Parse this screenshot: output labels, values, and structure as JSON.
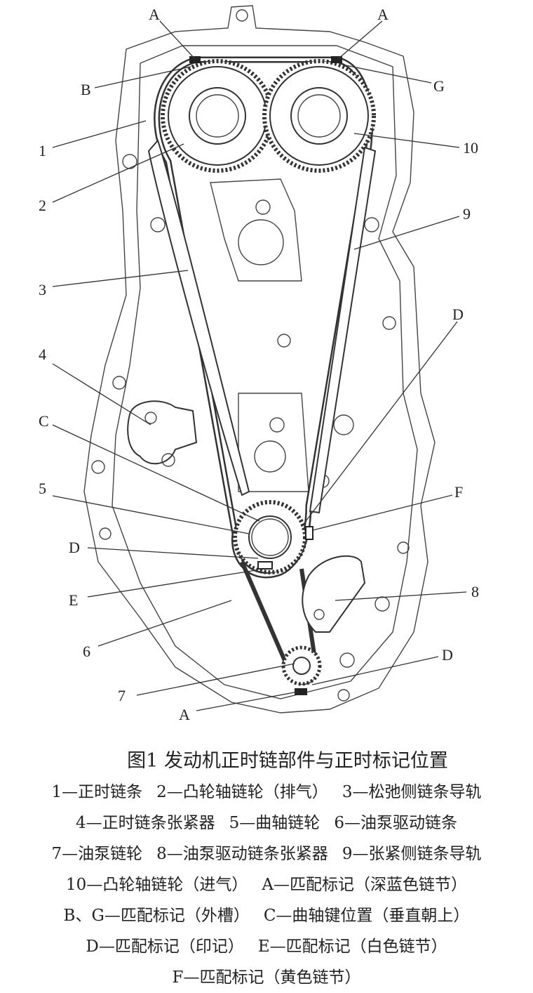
{
  "labels": {
    "a_top_left": "A",
    "a_top_right": "A",
    "a_bottom": "A",
    "b": "B",
    "g": "G",
    "c": "C",
    "d_right": "D",
    "d_left": "D",
    "d_bottom": "D",
    "e": "E",
    "f": "F",
    "n1": "1",
    "n2": "2",
    "n3": "3",
    "n4": "4",
    "n5": "5",
    "n6": "6",
    "n7": "7",
    "n8": "8",
    "n9": "9",
    "n10": "10"
  },
  "caption": {
    "title": "图1 发动机正时链部件与正时标记位置",
    "rows": [
      [
        "1—正时链条",
        "2—凸轮轴链轮（排气）",
        "3—松弛侧链条导轨"
      ],
      [
        "4—正时链条张紧器",
        "5—曲轴链轮",
        "6—油泵驱动链条"
      ],
      [
        "7—油泵链轮",
        "8—油泵驱动链条张紧器",
        "9—张紧侧链条导轨"
      ],
      [
        "10—凸轮轴链轮（进气）",
        "A—匹配标记（深蓝色链节）"
      ],
      [
        "B、G—匹配标记（外槽）",
        "C—曲轴键位置（垂直朝上）"
      ],
      [
        "D—匹配标记（印记）",
        "E—匹配标记（白色链节）"
      ],
      [
        "F—匹配标记（黄色链节）"
      ]
    ]
  }
}
